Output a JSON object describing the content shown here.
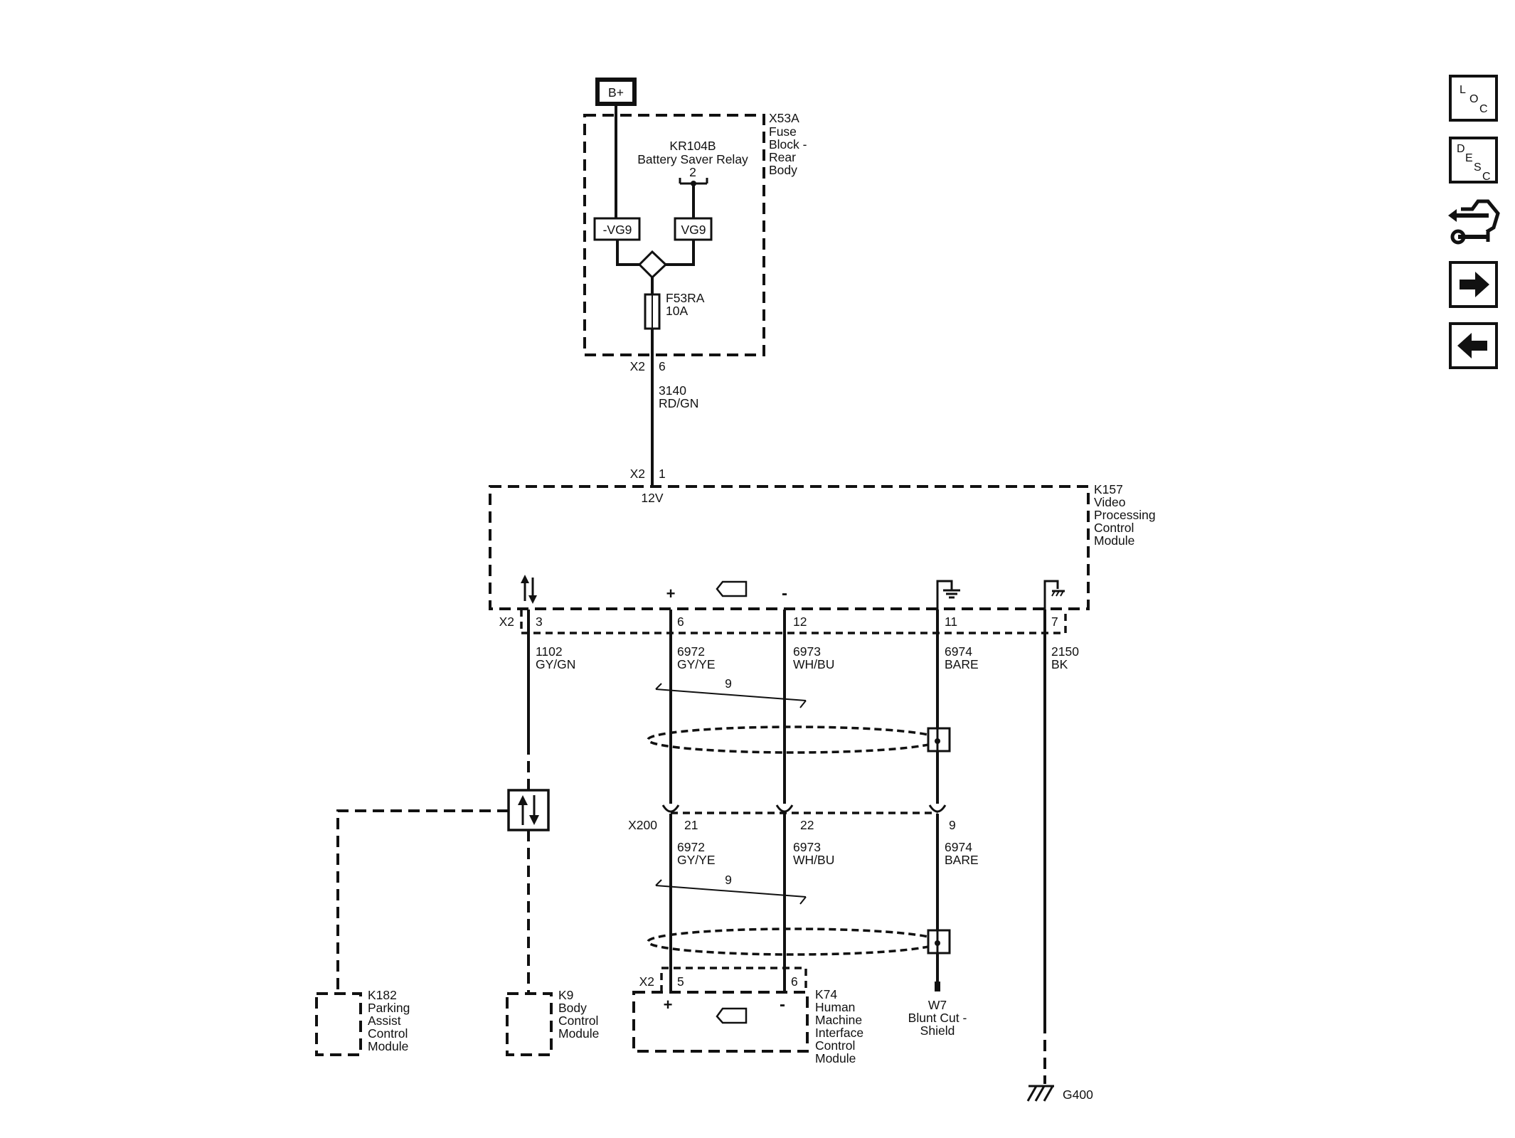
{
  "battery": "B+",
  "fuse_block": {
    "name": "X53A",
    "desc": [
      "Fuse",
      "Block -",
      "Rear",
      "Body"
    ]
  },
  "relay": {
    "name": "KR104B",
    "desc": "Battery Saver Relay",
    "pin": "2",
    "left_label": "-VG9",
    "right_label": "VG9"
  },
  "fuse": {
    "name": "F53RA",
    "rating": "10A"
  },
  "conn_top": {
    "connector": "X2",
    "pin": "6"
  },
  "wire_power": {
    "circuit": "3140",
    "color": "RD/GN"
  },
  "conn_k157_power": {
    "connector": "X2",
    "pin": "1",
    "label": "12V"
  },
  "k157": {
    "name": "K157",
    "desc": [
      "Video",
      "Processing",
      "Control",
      "Module"
    ]
  },
  "k157_connector": "X2",
  "k157_pins": [
    "3",
    "6",
    "12",
    "11",
    "7"
  ],
  "wires_upper": [
    {
      "circuit": "1102",
      "color": "GY/GN"
    },
    {
      "circuit": "6972",
      "color": "GY/YE"
    },
    {
      "circuit": "6973",
      "color": "WH/BU"
    },
    {
      "circuit": "6974",
      "color": "BARE"
    },
    {
      "circuit": "2150",
      "color": "BK"
    }
  ],
  "twist_count": "9",
  "inline_connector": {
    "name": "X200",
    "pins": [
      "21",
      "22",
      "9"
    ]
  },
  "wires_lower": [
    {
      "circuit": "6972",
      "color": "GY/YE"
    },
    {
      "circuit": "6973",
      "color": "WH/BU"
    },
    {
      "circuit": "6974",
      "color": "BARE"
    }
  ],
  "k74_connector": {
    "connector": "X2",
    "pins": [
      "5",
      "6"
    ]
  },
  "modules": {
    "k182": {
      "name": "K182",
      "desc": [
        "Parking",
        "Assist",
        "Control",
        "Module"
      ]
    },
    "k9": {
      "name": "K9",
      "desc": [
        "Body",
        "Control",
        "Module"
      ]
    },
    "k74": {
      "name": "K74",
      "desc": [
        "Human",
        "Machine",
        "Interface",
        "Control",
        "Module"
      ]
    }
  },
  "shield": {
    "name": "W7",
    "desc": [
      "Blunt Cut -",
      "Shield"
    ]
  },
  "ground": {
    "name": "G400"
  },
  "plus_sign": "+",
  "minus_sign": "-",
  "nav": {
    "loc": [
      "L",
      "O",
      "C"
    ],
    "desc": [
      "D",
      "E",
      "S",
      "C"
    ]
  }
}
